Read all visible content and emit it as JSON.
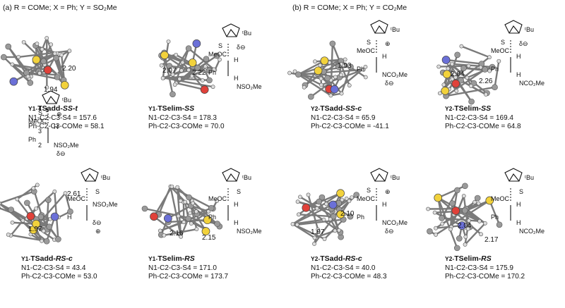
{
  "headers": {
    "a": "(a) R = COMe; X = Ph; Y = SO₂Me",
    "b": "(b) R = COMe; X = Ph; Y = CO₂Me"
  },
  "panels": [
    {
      "title_prefix": "Y1-",
      "title_main": "TSadd-",
      "title_suffix": "SS-t",
      "n1": "N1-C2-C3-S4 = 157.6",
      "ph": "Ph-C2-C3-COMe = 58.1",
      "distances": [
        "2.20",
        "1.94"
      ],
      "scheme": [
        "ᵗBu",
        "MeOC",
        "Ph",
        "H",
        "NSO₂Me",
        "δ⊖",
        "⊕",
        "S",
        "1",
        "2",
        "3",
        "4"
      ]
    },
    {
      "title_prefix": "Y1-",
      "title_main": "TSelim-",
      "title_suffix": "SS",
      "n1": "N1-C2-C3-S4 = 178.3",
      "ph": "Ph-C2-C3-COMe = 70.0",
      "distances": [
        "2.07",
        "2.22"
      ],
      "scheme": [
        "ᵗBu",
        "MeOC",
        "Ph",
        "H",
        "H",
        "NSO₂Me",
        "δ⊖",
        "S"
      ]
    },
    {
      "title_prefix": "Y2-",
      "title_main": "TSadd-",
      "title_suffix": "SS-c",
      "n1": "N1-C2-C3-S4 = 65.9",
      "ph": "Ph-C2-C3-COMe = -41.1",
      "distances": [
        "1.93"
      ],
      "scheme": [
        "ᵗBu",
        "MeOC",
        "Ph",
        "H",
        "NCO₂Me",
        "δ⊖",
        "⊕",
        "S"
      ]
    },
    {
      "title_prefix": "Y2-",
      "title_main": "TSelim-",
      "title_suffix": "SS",
      "n1": "N1-C2-C3-S4 = 169.4",
      "ph": "Ph-C2-C3-COMe = 64.8",
      "distances": [
        "2.04",
        "2.26"
      ],
      "scheme": [
        "ᵗBu",
        "MeOC",
        "Ph",
        "H",
        "H",
        "NCO₂Me",
        "δ⊖",
        "S"
      ]
    },
    {
      "title_prefix": "Y1-",
      "title_main": "TSadd-",
      "title_suffix": "RS-c",
      "n1": "N1-C2-C3-S4 = 43.4",
      "ph": "Ph-C2-C3-COMe = 53.0",
      "distances": [
        "2.61",
        "1.97"
      ],
      "scheme": [
        "ᵗBu",
        "MeOC",
        "H",
        "NSO₂Me",
        "δ⊖",
        "⊕",
        "S"
      ]
    },
    {
      "title_prefix": "Y1-",
      "title_main": "TSelim-",
      "title_suffix": "RS",
      "n1": "N1-C2-C3-S4 = 171.0",
      "ph": "Ph-C2-C3-COMe = 173.7",
      "distances": [
        "2.16",
        "2.15"
      ],
      "scheme": [
        "ᵗBu",
        "MeOC",
        "Ph",
        "H",
        "H",
        "NSO₂Me",
        "S"
      ]
    },
    {
      "title_prefix": "Y2-",
      "title_main": "TSadd-",
      "title_suffix": "RS-c",
      "n1": "N1-C2-C3-S4 = 40.0",
      "ph": "Ph-C2-C3-COMe = 48.3",
      "distances": [
        "2.10",
        "1.97"
      ],
      "scheme": [
        "ᵗBu",
        "MeOC",
        "Ph",
        "H",
        "NCO₂Me",
        "δ⊖",
        "⊕",
        "S"
      ]
    },
    {
      "title_prefix": "Y2-",
      "title_main": "TSelim-",
      "title_suffix": "RS",
      "n1": "N1-C2-C3-S4 = 175.9",
      "ph": "Ph-C2-C3-COMe = 170.2",
      "distances": [
        "2.04",
        "2.17"
      ],
      "scheme": [
        "ᵗBu",
        "MeOC",
        "Ph",
        "H",
        "H",
        "NCO₂Me",
        "S"
      ]
    }
  ],
  "atom_colors": {
    "carbon": "#9a9a9a",
    "hydrogen": "#dcdcdc",
    "sulfur": "#f2d23c",
    "oxygen": "#e0413a",
    "nitrogen": "#6b70d8"
  }
}
